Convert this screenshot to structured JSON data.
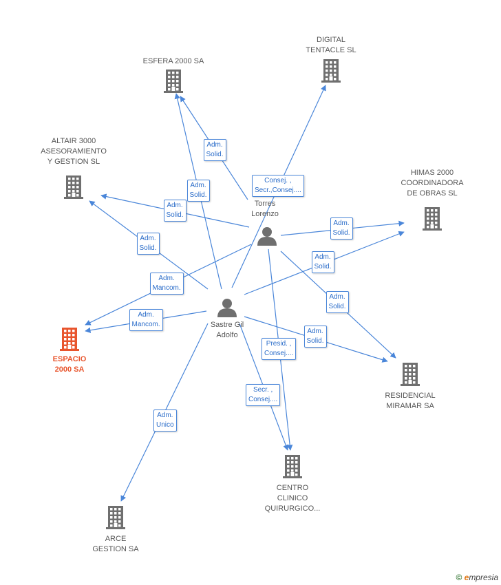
{
  "colors": {
    "edge": "#4a86d9",
    "building": "#6f6f6f",
    "building_main": "#e8552d",
    "person": "#6f6f6f"
  },
  "nodes": [
    {
      "id": "esfera",
      "type": "company",
      "icon": "building-icon",
      "lines": [
        "ESFERA 2000 SA"
      ]
    },
    {
      "id": "digital",
      "type": "company",
      "icon": "building-icon",
      "lines": [
        "DIGITAL",
        "TENTACLE SL"
      ]
    },
    {
      "id": "altair",
      "type": "company",
      "icon": "building-icon",
      "lines": [
        "ALTAIR 3000",
        "ASESORAMIENTO",
        "Y GESTION SL"
      ]
    },
    {
      "id": "himas",
      "type": "company",
      "icon": "building-icon",
      "lines": [
        "HIMAS 2000",
        "COORDINADORA",
        "DE OBRAS SL"
      ]
    },
    {
      "id": "espacio",
      "type": "company",
      "icon": "building-icon",
      "main": true,
      "lines": [
        "ESPACIO",
        "2000 SA"
      ]
    },
    {
      "id": "residencial",
      "type": "company",
      "icon": "building-icon",
      "lines": [
        "RESIDENCIAL",
        "MIRAMAR SA"
      ]
    },
    {
      "id": "centro",
      "type": "company",
      "icon": "building-icon",
      "lines": [
        "CENTRO",
        "CLINICO",
        "QUIRURGICO..."
      ]
    },
    {
      "id": "arce",
      "type": "company",
      "icon": "building-icon",
      "lines": [
        "ARCE",
        "GESTION SA"
      ]
    },
    {
      "id": "torres",
      "type": "person",
      "icon": "person-icon",
      "lines": [
        "Torres",
        "Lorenzo"
      ]
    },
    {
      "id": "sastre",
      "type": "person",
      "icon": "person-icon",
      "lines": [
        "Sastre Gil",
        "Adolfo"
      ]
    }
  ],
  "edges": [
    {
      "from": "torres",
      "to": "esfera",
      "lines": [
        "Adm.",
        "Solid."
      ]
    },
    {
      "from": "sastre",
      "to": "esfera",
      "lines": [
        "Adm.",
        "Solid."
      ]
    },
    {
      "from": "sastre",
      "to": "digital",
      "lines": [
        "Consej. ,",
        "Secr.,Consej...."
      ]
    },
    {
      "from": "torres",
      "to": "altair",
      "lines": [
        "Adm.",
        "Solid."
      ]
    },
    {
      "from": "sastre",
      "to": "altair",
      "lines": [
        "Adm.",
        "Solid."
      ]
    },
    {
      "from": "torres",
      "to": "himas",
      "lines": [
        "Adm.",
        "Solid."
      ]
    },
    {
      "from": "sastre",
      "to": "himas",
      "lines": [
        "Adm.",
        "Solid."
      ]
    },
    {
      "from": "torres",
      "to": "espacio",
      "lines": [
        "Adm.",
        "Mancom."
      ]
    },
    {
      "from": "sastre",
      "to": "espacio",
      "lines": [
        "Adm.",
        "Mancom."
      ]
    },
    {
      "from": "torres",
      "to": "residencial",
      "lines": [
        "Adm.",
        "Solid."
      ]
    },
    {
      "from": "sastre",
      "to": "residencial",
      "lines": [
        "Adm.",
        "Solid."
      ]
    },
    {
      "from": "torres",
      "to": "centro",
      "lines": [
        "Presid. ,",
        "Consej...."
      ]
    },
    {
      "from": "sastre",
      "to": "centro",
      "lines": [
        "Secr. ,",
        "Consej...."
      ]
    },
    {
      "from": "sastre",
      "to": "arce",
      "lines": [
        "Adm.",
        "Unico"
      ]
    }
  ],
  "brand": {
    "copyright": "©",
    "name_initial": "e",
    "name_rest": "mpresia"
  }
}
